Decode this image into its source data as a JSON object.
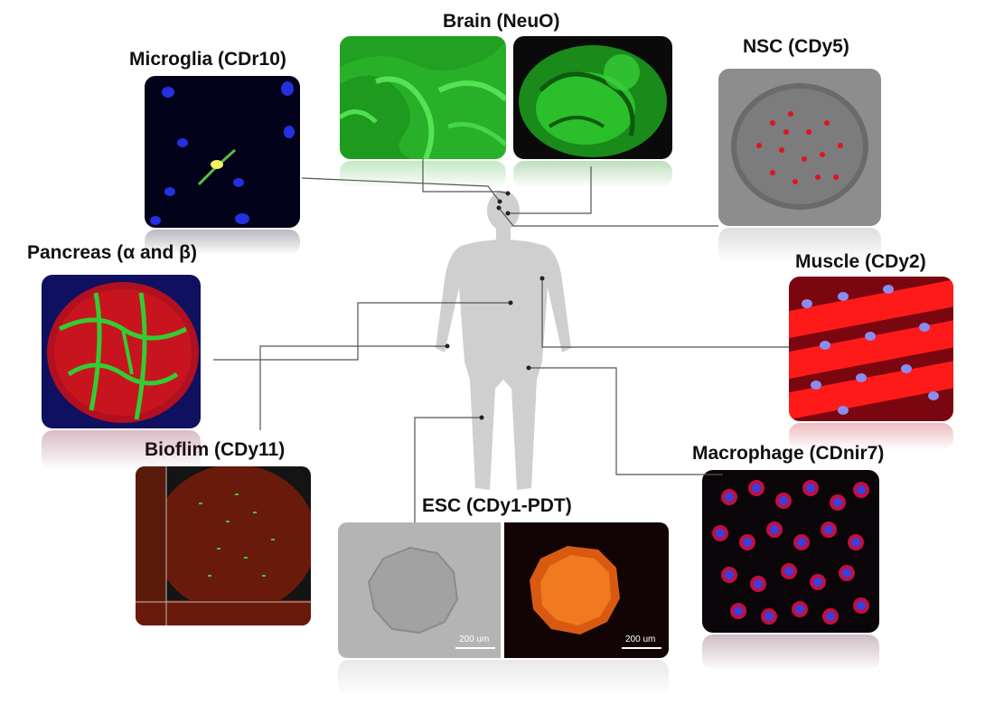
{
  "labels": {
    "brain": "Brain (NeuO)",
    "microglia": "Microglia (CDr10)",
    "nsc": "NSC (CDy5)",
    "pancreas": "Pancreas (α and β)",
    "muscle": "Muscle (CDy2)",
    "biofilm": "Bioflim (CDy11)",
    "macrophage": "Macrophage (CDnir7)",
    "esc": "ESC (CDy1-PDT)"
  },
  "scale_bars": {
    "esc_left": "200 um",
    "esc_right": "200 um"
  },
  "colors": {
    "green_fluor": "#2fd12f",
    "red_fluor": "#e0141e",
    "blue_nuclei": "#2430e0",
    "silhouette": "#cfcfcf",
    "connector": "#555555"
  }
}
